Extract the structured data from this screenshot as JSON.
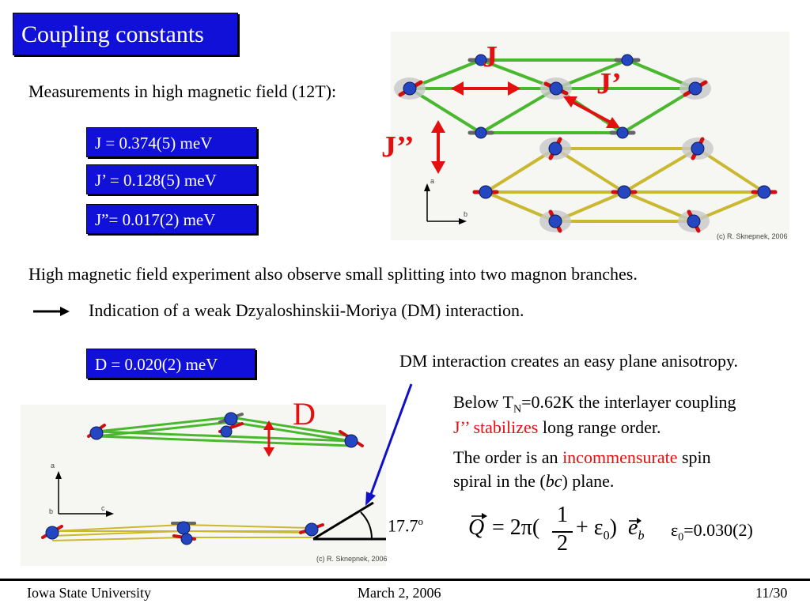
{
  "title": "Coupling constants",
  "measurements_heading": "Measurements in high magnetic field (12T):",
  "couplings": {
    "J": "J  = 0.374(5) meV",
    "Jp": "J’ = 0.128(5) meV",
    "Jpp": "J”= 0.017(2) meV"
  },
  "figure_top": {
    "label_J": "J",
    "label_Jp": "J’",
    "label_Jpp": "J’’",
    "axis_a": "a",
    "axis_b": "b",
    "caption": "(c) R. Sknepnek, 2006"
  },
  "splitting_text": "High magnetic field experiment also observe small splitting into two magnon branches.",
  "indication_text": "Indication of a weak Dzyaloshinskii-Moriya (DM) interaction.",
  "D_value": "D = 0.020(2) meV",
  "dm_anisotropy": "DM interaction creates an easy plane anisotropy.",
  "figure_bottom": {
    "label_D": "D",
    "axis_a": "a",
    "axis_b": "b",
    "axis_c": "c",
    "caption": "(c) R. Sknepnek, 2006",
    "angle": "17.7",
    "angle_unit": "o"
  },
  "below_tn": {
    "part1": "Below T",
    "sub": "N",
    "part2": "=0.62K the interlayer coupling",
    "red": "J’’ stabilizes",
    "part3": " long range order."
  },
  "order": {
    "part1": "The order is an ",
    "red": "incommensurate",
    "part2": " spin",
    "line2a": "spiral in the (",
    "italic": "bc",
    "line2b": ") plane."
  },
  "formula": {
    "Q": "Q",
    "eq": "= 2π(",
    "num": "1",
    "den": "2",
    "plus": "+ ε",
    "sub0": "0",
    "close": ")",
    "e": "e",
    "subb": "b"
  },
  "epsilon": {
    "sym": "ε",
    "sub": "0",
    "val": "=0.030(2)"
  },
  "footer": {
    "left": "Iowa State University",
    "center": "March 2, 2006",
    "right": "11/30"
  },
  "colors": {
    "accent_blue": "#1010d8",
    "red": "#e41010",
    "green_bond": "#4ab82e",
    "yellow_bond": "#c9b830"
  }
}
